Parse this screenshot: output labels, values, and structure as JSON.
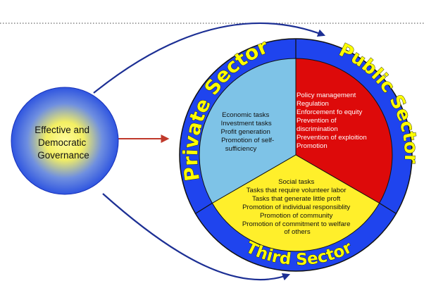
{
  "colors": {
    "outer_ring": "#1f44ee",
    "private_sector": "#7ec3e7",
    "public_sector": "#dd0a0a",
    "third_sector": "#ffef2b",
    "sector_title": "#ffff00",
    "arrows": "#1c2f94",
    "center_arrow": "#c0392b",
    "governance_glow": "#f3ef63"
  },
  "governance": {
    "lines": [
      "Effective and",
      "Democratic",
      "Governance"
    ]
  },
  "sectors": {
    "private": {
      "title": "Private Sector",
      "tasks": [
        "Economic tasks",
        "Investment tasks",
        "Profit generation",
        "Promotion of self-",
        "sufficiency"
      ]
    },
    "public": {
      "title": "Public Sector",
      "tasks": [
        "Policy management",
        "Regulation",
        "Enforcement fo equity",
        "Prevention of",
        "discrimination",
        "Prevention of exploition",
        "Promotion"
      ]
    },
    "third": {
      "title": "Third Sector",
      "tasks": [
        "Social tasks",
        "Tasks that require volunteer labor",
        "Tasks that generate little proft",
        "Promotion of individual responsiblity",
        "Promotion of community",
        "Promotion of commitment to welfare",
        "of others"
      ]
    }
  }
}
